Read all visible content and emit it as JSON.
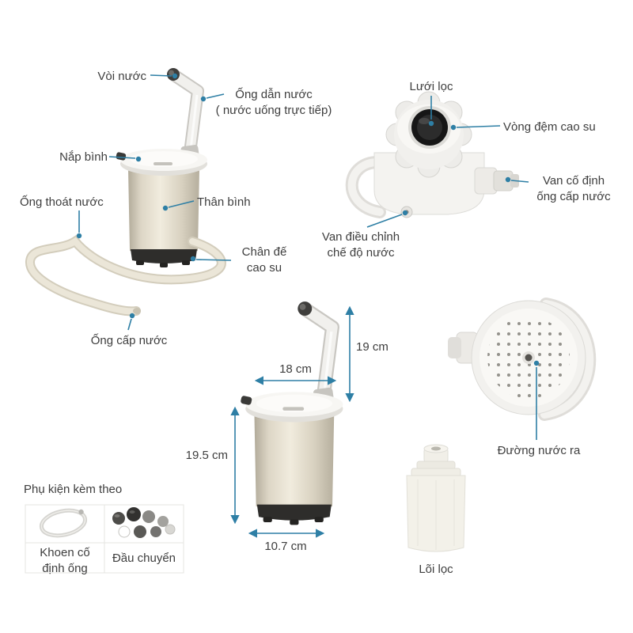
{
  "colors": {
    "accent_callout": "#2e7fa5",
    "text": "#3e3e3e",
    "metal_body": "#ddd6c6",
    "white_part": "#f4f3f0",
    "dark_part": "#2e2d2b"
  },
  "callouts": {
    "spout": "Vòi nước",
    "water_tube_line1": "Ống dẫn nước",
    "water_tube_line2": "( nước uống trực tiếp)",
    "lid": "Nắp bình",
    "body": "Thân bình",
    "drain_tube": "Ống thoát nước",
    "rubber_base_line1": "Chân đế",
    "rubber_base_line2": "cao su",
    "supply_tube": "Ống cấp nước",
    "filter_mesh": "Lưới lọc",
    "rubber_gasket": "Vòng đệm cao su",
    "fixing_valve_line1": "Van cố định",
    "fixing_valve_line2": "ống cấp nước",
    "adjust_valve_line1": "Van điều chỉnh",
    "adjust_valve_line2": "chế độ nước",
    "water_outlet": "Đường nước ra",
    "filter_core": "Lõi lọc"
  },
  "dimensions": {
    "arm_height": "19 cm",
    "top_width": "18 cm",
    "body_height": "19.5 cm",
    "base_width": "10.7 cm"
  },
  "accessories": {
    "title": "Phụ kiện kèm theo",
    "ring_label_line1": "Khoen cố",
    "ring_label_line2": "định ống",
    "adapter_label": "Đầu chuyển"
  }
}
